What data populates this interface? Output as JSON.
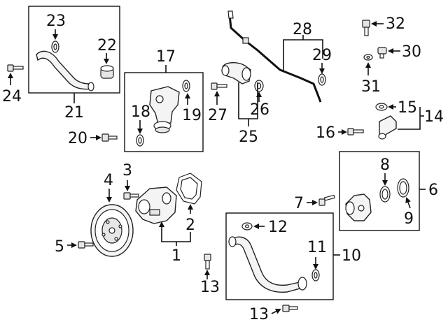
{
  "diagram": {
    "callouts": {
      "c1": "1",
      "c2": "2",
      "c3": "3",
      "c4": "4",
      "c5": "5",
      "c6": "6",
      "c7": "7",
      "c8": "8",
      "c9": "9",
      "c10": "10",
      "c11": "11",
      "c12": "12",
      "c13a": "13",
      "c13b": "13",
      "c14": "14",
      "c15": "15",
      "c16": "16",
      "c17": "17",
      "c18": "18",
      "c19": "19",
      "c20": "20",
      "c21": "21",
      "c22": "22",
      "c23": "23",
      "c24": "24",
      "c25": "25",
      "c26": "26",
      "c27": "27",
      "c28": "28",
      "c29": "29",
      "c30": "30",
      "c31": "31",
      "c32": "32"
    }
  }
}
